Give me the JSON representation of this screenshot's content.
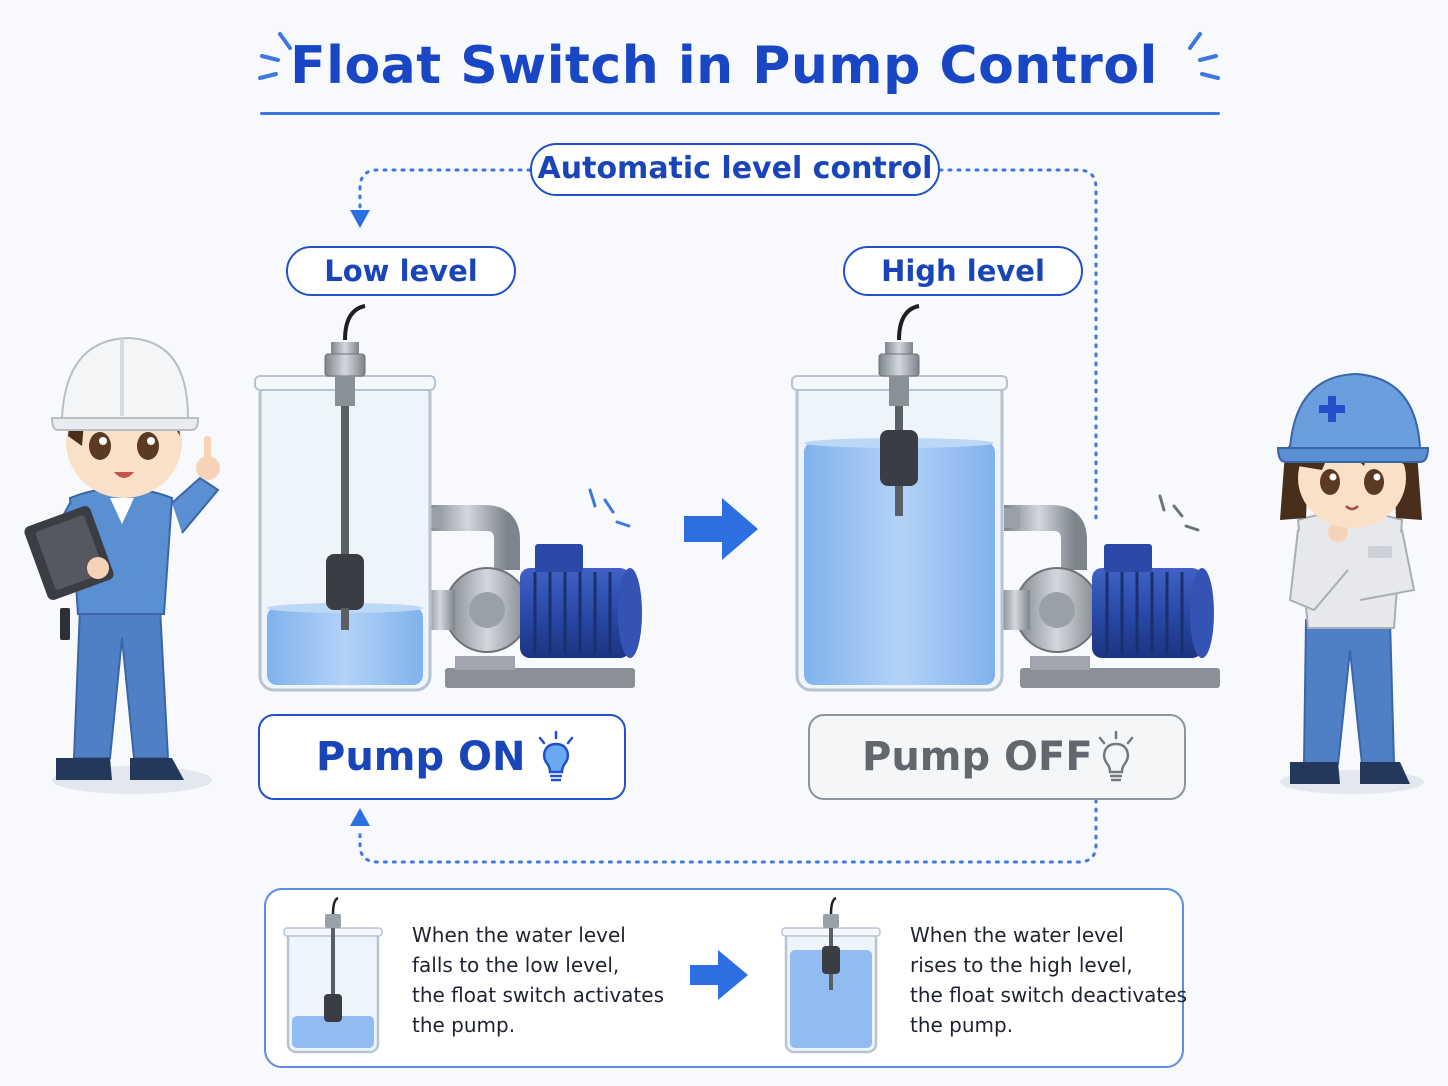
{
  "title": "Float Switch in Pump Control",
  "cycle_label": "Automatic level control",
  "states": {
    "low": {
      "level_label": "Low level",
      "pump_status": "Pump ON",
      "water_level": 0.22
    },
    "high": {
      "level_label": "High level",
      "pump_status": "Pump OFF",
      "water_level": 0.82
    }
  },
  "summary": {
    "low_text": [
      "When the water level",
      "falls to the low level,",
      "the float switch activates",
      "the pump."
    ],
    "high_text": [
      "When the water level",
      "rises to the high level,",
      "the float switch deactivates",
      "the pump."
    ]
  },
  "colors": {
    "accent": "#2150c8",
    "water": "#7fb1ee",
    "arrow": "#2b6fe0",
    "off_gray": "#8f949c"
  },
  "icons": [
    "lightbulb-on-icon",
    "lightbulb-off-icon",
    "right-arrow-icon",
    "engineer-male",
    "engineer-female"
  ]
}
